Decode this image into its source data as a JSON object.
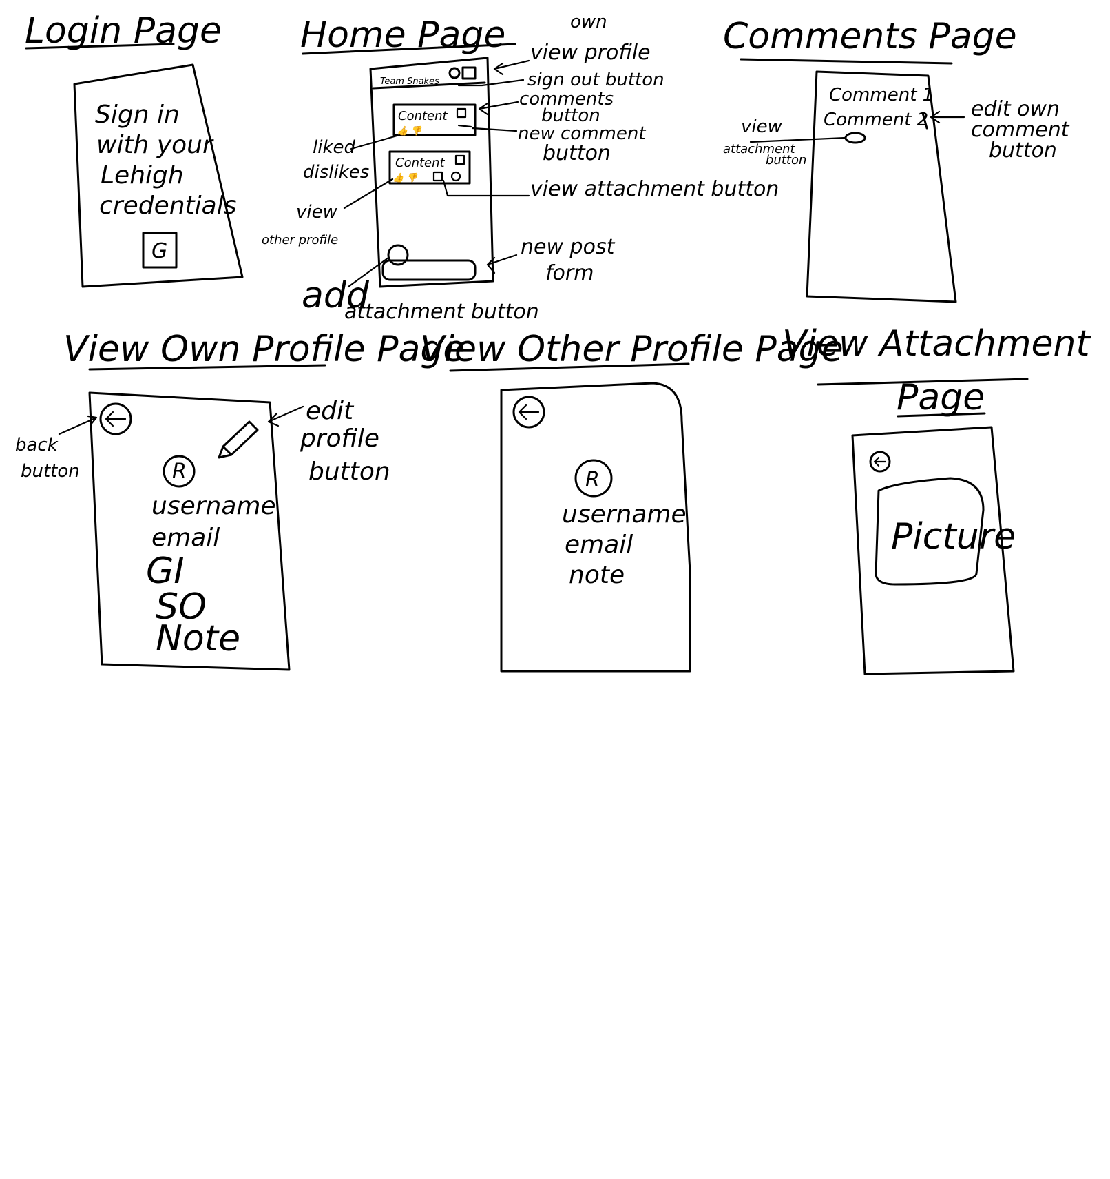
{
  "login": {
    "title": "Login Page",
    "text_lines": [
      "Sign in",
      "with your",
      "Lehigh",
      "credentials"
    ],
    "google_icon": "G"
  },
  "home": {
    "title": "Home Page",
    "header": "Team Snakes",
    "posts": [
      {
        "text": "Content"
      },
      {
        "text": "Content"
      }
    ],
    "labels": {
      "own": "own",
      "view_profile": "view profile",
      "sign_out": "sign out button",
      "comments": "comments",
      "comments_button": "button",
      "new_comment": "new comment",
      "new_comment_button": "button",
      "view_attachment": "view attachment button",
      "liked": "liked",
      "dislikes": "dislikes",
      "view": "view",
      "other_profile": "other profile",
      "new_post": "new post",
      "form": "form",
      "add": "add",
      "attachment_button": "attachment button"
    }
  },
  "comments": {
    "title": "Comments Page",
    "items": [
      "Comment 1",
      "Comment 2"
    ],
    "labels": {
      "view": "view",
      "attachment": "attachment",
      "button": "button",
      "edit_own": "edit own",
      "comment": "comment",
      "edit_button": "button"
    }
  },
  "own_profile": {
    "title": "View Own Profile Page",
    "fields": [
      "username",
      "email",
      "GI",
      "SO",
      "Note"
    ],
    "labels": {
      "back": "back",
      "back_button": "button",
      "edit": "edit",
      "profile": "profile",
      "edit_button": "button"
    }
  },
  "other_profile": {
    "title": "View Other Profile Page",
    "fields": [
      "username",
      "email",
      "note"
    ]
  },
  "attachment": {
    "title_line1": "View Attachment",
    "title_line2": "Page",
    "picture": "Picture"
  }
}
